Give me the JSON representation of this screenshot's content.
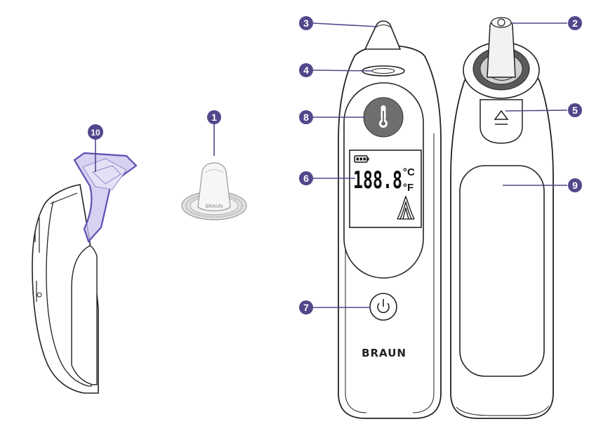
{
  "colors": {
    "callout": "#53468a",
    "outline": "#222222",
    "cover_tint": "#c9c3ec",
    "cover_edge": "#5d4fb3",
    "button_fill": "#6e6e6e"
  },
  "callouts": [
    {
      "number": "1",
      "part": "probe-cover"
    },
    {
      "number": "2",
      "part": "probe-tip"
    },
    {
      "number": "3",
      "part": "probe"
    },
    {
      "number": "4",
      "part": "probe-window"
    },
    {
      "number": "5",
      "part": "eject-button"
    },
    {
      "number": "6",
      "part": "display"
    },
    {
      "number": "7",
      "part": "power-button"
    },
    {
      "number": "8",
      "part": "measure-button"
    },
    {
      "number": "9",
      "part": "grip"
    },
    {
      "number": "10",
      "part": "protective-cap"
    }
  ],
  "display": {
    "digits": "188.8",
    "unit_c": "°C",
    "unit_f": "°F"
  },
  "brand": "BRAUN",
  "probe_cover_text": "BRAUN",
  "icons": {
    "thermometer": "thermometer-icon",
    "power": "power-icon",
    "battery": "battery-icon",
    "eject": "eject-icon",
    "position": "ear-position-icon"
  }
}
